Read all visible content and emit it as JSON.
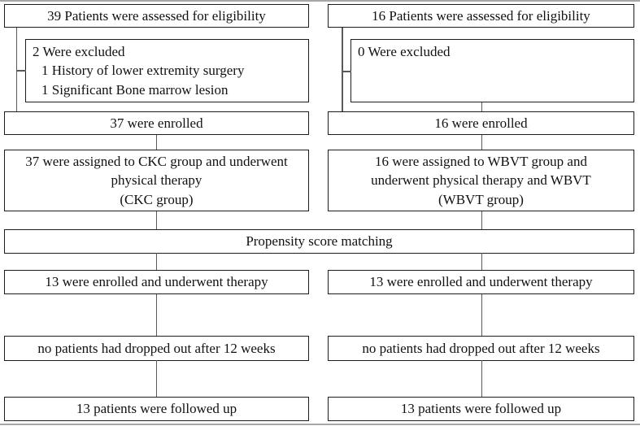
{
  "figure": {
    "matching": "Propensity score matching",
    "left": {
      "assessed": "39 Patients were assessed for eligibility",
      "excluded_title": "2 Were excluded",
      "excluded_reasons": [
        "1 History of lower extremity surgery",
        "1 Significant Bone marrow lesion"
      ],
      "enrolled": "37 were enrolled",
      "assigned": "37 were assigned to CKC group and underwent\nphysical therapy\n(CKC group)",
      "matched": "13 were enrolled and underwent therapy",
      "dropout": "no patients had dropped out after 12 weeks",
      "followup": "13 patients were followed up"
    },
    "right": {
      "assessed": "16 Patients were assessed for eligibility",
      "excluded_title": "0 Were excluded",
      "excluded_reasons": [],
      "enrolled": "16 were enrolled",
      "assigned": "16 were assigned to WBVT group and\nunderwent physical therapy and WBVT\n(WBVT group)",
      "matched": "13 were enrolled and underwent therapy",
      "dropout": "no patients had dropped out after 12 weeks",
      "followup": "13 patients were followed up"
    },
    "colors": {
      "border": "#1c1c1c",
      "connector": "#595959",
      "rule": "#a6a6a6",
      "background": "#ffffff",
      "text": "#111111"
    }
  }
}
